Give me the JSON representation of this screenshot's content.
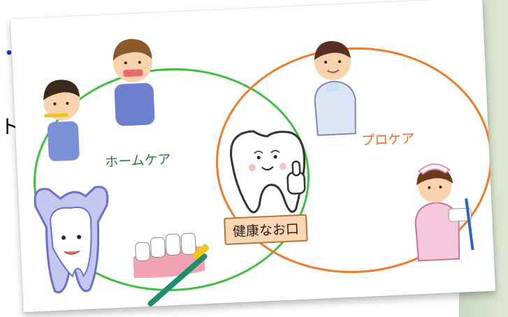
{
  "side": {
    "dots": "・・",
    "fragment": "ト"
  },
  "diagram": {
    "left_circle_label": "ホームケア",
    "right_circle_label": "プロケア",
    "center_label": "健康なお口"
  },
  "colors": {
    "home_care": "#3fbf3f",
    "pro_care": "#f07a2a",
    "center_box": "#fbd7b3",
    "accent_blue": "#1a2bd8"
  },
  "icons": [
    "boy-brushing-teeth-icon",
    "boy-flossing-icon",
    "muscle-tooth-icon",
    "toothbrush-teeth-icon",
    "thumbs-up-tooth-icon",
    "dentist-man-icon",
    "dental-hygienist-icon"
  ]
}
